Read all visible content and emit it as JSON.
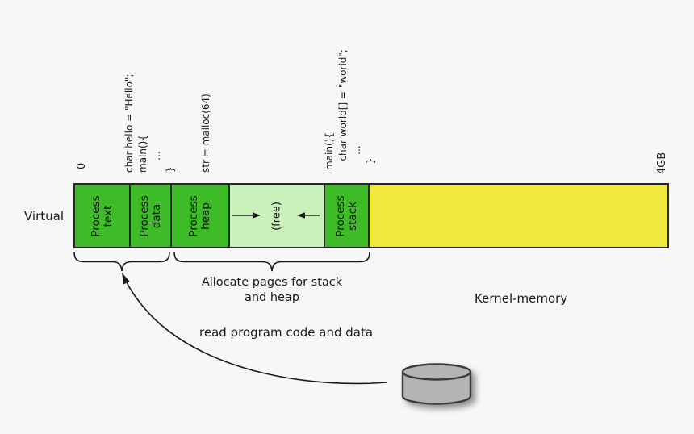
{
  "title": "Virtual memory layout diagram",
  "colors": {
    "background": "#f7f7f7",
    "segment_green": "#3ebc27",
    "free_light_green": "#c9f1ba",
    "kernel_yellow": "#f0e83c",
    "outline": "#262626",
    "disk_gray": "#b4b4b4"
  },
  "labels": {
    "virtual": "Virtual",
    "kernel_memory": "Kernel-memory",
    "allocate_pages": "Allocate pages for stack\nand heap",
    "read_program": "read program code and data"
  },
  "axis": {
    "start": "0",
    "end": "4GB"
  },
  "code_annotations": {
    "data_block": "char hello = \"Hello\";\nmain(){\n    ...\n}",
    "heap_call": "str = malloc(64)",
    "stack_block": "main(){\n   char world[] = \"world\";\n     ...\n  }"
  },
  "segments": [
    {
      "name": "process-text",
      "label": "Process\ntext"
    },
    {
      "name": "process-data",
      "label": "Process\ndata"
    },
    {
      "name": "process-heap",
      "label": "Process\nheap"
    },
    {
      "name": "free",
      "label": "(free)"
    },
    {
      "name": "process-stack",
      "label": "Process\nstack"
    },
    {
      "name": "kernel",
      "label": ""
    }
  ],
  "icons": {
    "disk": "disk-cylinder-icon",
    "heap_grow_arrow": "right-arrow",
    "stack_grow_arrow": "left-arrow",
    "load_arrow": "curved-arrow-to-text-data"
  }
}
